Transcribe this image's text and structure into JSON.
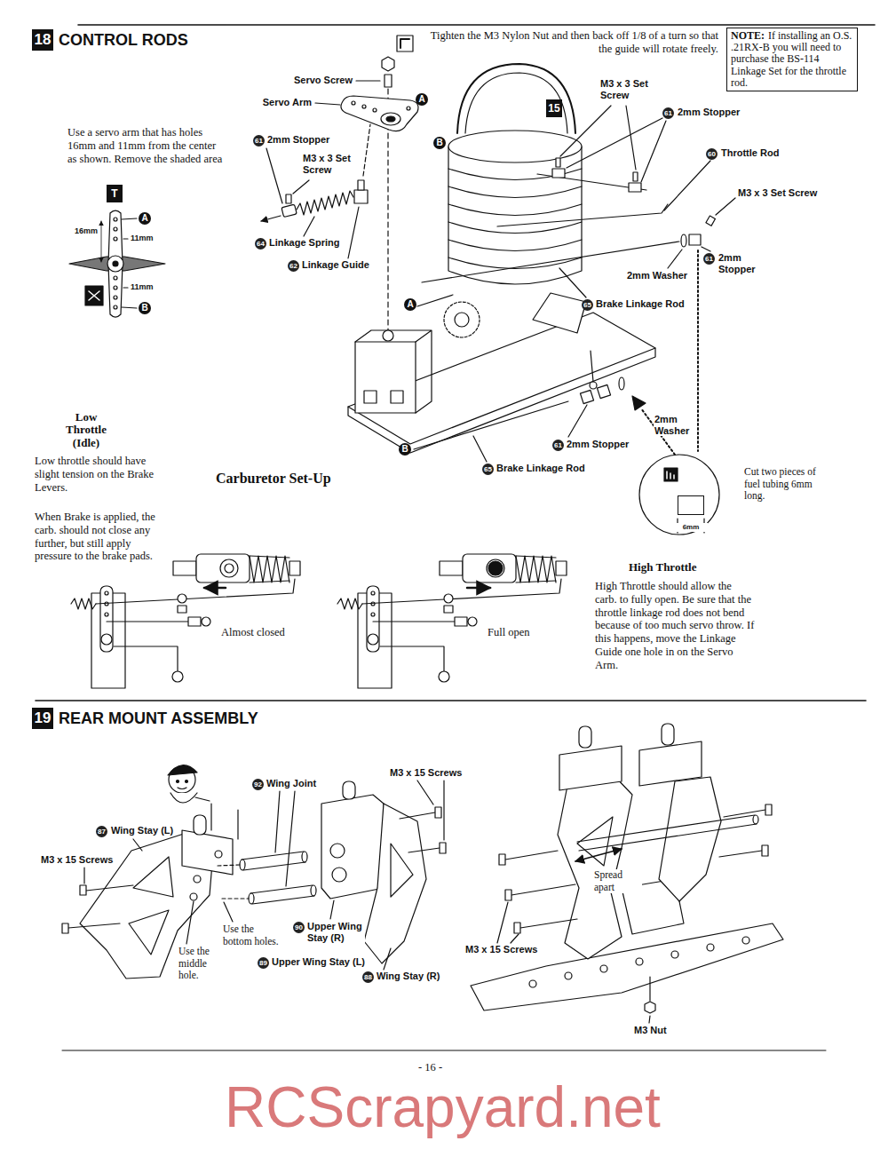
{
  "diagram": {
    "nodes": [
      {
        "text": [
          "18",
          "CONTROL RODS"
        ]
      },
      {
        "text": [
          "NOTE:",
          "If installing an O.S. .21RX-B you will need to purchase the BS-114 Linkage Set for the throttle rod."
        ]
      },
      {
        "text": [
          "19",
          "REAR MOUNT ASSEMBLY"
        ]
      },
      {
        "text": [
          "6mm"
        ]
      }
    ],
    "labels": [
      "Tighten the M3 Nylon Nut and then back off 1/8 of a turn so that the guide will rotate freely.",
      "Servo Screw",
      "Servo Arm",
      "61",
      "2mm Stopper",
      "M3 x 3 Set Screw",
      "60",
      "Throttle Rod",
      "M3 x 3 Set Screw",
      "61",
      "2mm Stopper",
      "2mm Washer",
      "65",
      "Brake Linkage Rod",
      "2mm Washer",
      "61",
      "2mm Stopper",
      "65",
      "Brake Linkage Rod",
      "Cut two pieces of fuel tubing 6mm long.",
      "Use a servo arm that has holes 16mm and 11mm from the center as shown. Remove the shaded area",
      "16mm",
      "11mm",
      "11mm",
      "A",
      "B",
      "61",
      "2mm Stopper",
      "M3 x 3 Set Screw",
      "64",
      "Linkage Spring",
      "62",
      "Linkage Guide",
      "15",
      "A",
      "B",
      "A",
      "B",
      "Low Throttle (Idle)",
      "Low throttle should have slight tension on the Brake Levers.",
      "When Brake is applied, the carb. should not close any further, but still apply pressure to the brake pads.",
      "Carburetor Set-Up",
      "Almost closed",
      "Full open",
      "High Throttle",
      "High Throttle should allow the carb. to fully open. Be sure that the throttle linkage rod does not bend because of too much servo throw. If this happens, move the Linkage Guide one hole in on the Servo Arm.",
      "92",
      "Wing Joint",
      "87",
      "Wing Stay (L)",
      "M3 x 15 Screws",
      "M3 x 15 Screws",
      "Use the middle hole.",
      "Use the bottom holes.",
      "90",
      "Upper Wing Stay (R)",
      "89",
      "Upper Wing Stay (L)",
      "88",
      "Wing Stay (R)",
      "Spread apart",
      "M3 x 15 Screws",
      "M3 Nut",
      "- 16 -",
      "RCScrapyard.net",
      "T"
    ]
  }
}
